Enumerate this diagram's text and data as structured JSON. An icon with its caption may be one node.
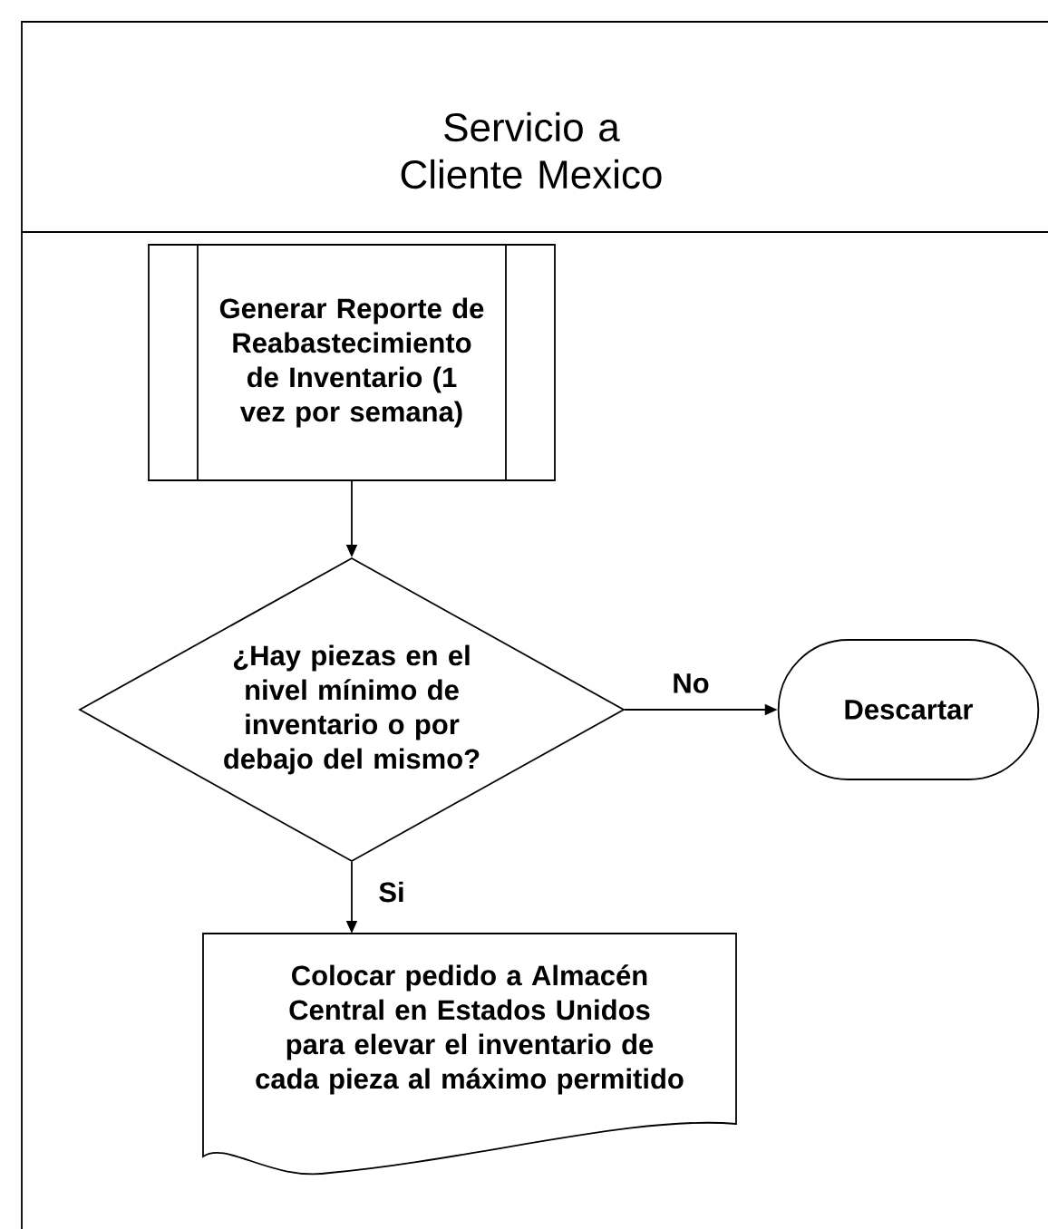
{
  "diagram": {
    "nodes": [
      {
        "text": [
          "Servicio a Cliente Mexico"
        ]
      },
      {
        "text": [
          "Generar Reporte de Reabastecimiento de Inventario (1 vez por semana)"
        ],
        "in": 0
      },
      {
        "text": [
          "¿Hay piezas en el nivel mínimo de inventario o por debajo del mismo?"
        ],
        "in": 0
      },
      {
        "text": [
          "Descartar"
        ],
        "in": 0
      },
      {
        "text": [
          "Colocar pedido a Almacén Central en Estados Unidos para elevar el inventario de cada pieza al máximo permitido"
        ],
        "in": 0
      }
    ],
    "edges": [
      {
        "from": 1,
        "to": 2,
        "arrow": "to"
      },
      {
        "from": 2,
        "to": 3,
        "arrow": "to",
        "label": "No"
      },
      {
        "from": 2,
        "to": 4,
        "arrow": "to",
        "label": "Si"
      }
    ]
  }
}
